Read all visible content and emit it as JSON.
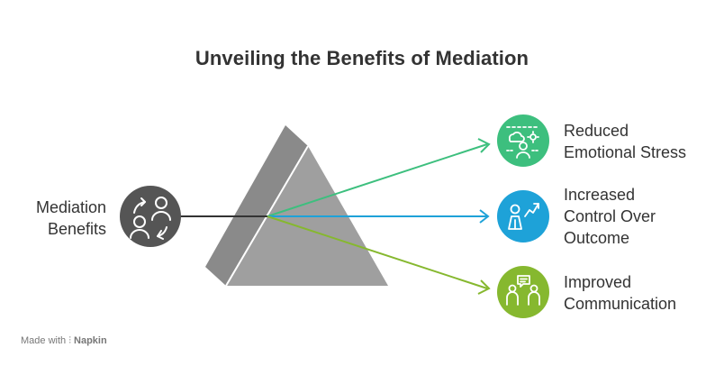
{
  "title": "Unveiling the Benefits of Mediation",
  "source": {
    "label_lines": [
      "Mediation",
      "Benefits"
    ],
    "icon": "people-exchange-icon",
    "color": "#555555"
  },
  "outcomes": [
    {
      "label_lines": [
        "Reduced",
        "Emotional Stress"
      ],
      "icon": "calm-person-weather-icon",
      "color": "#3dbf7e"
    },
    {
      "label_lines": [
        "Increased",
        "Control Over",
        "Outcome"
      ],
      "icon": "person-growth-arrow-icon",
      "color": "#1ea2d8"
    },
    {
      "label_lines": [
        "Improved",
        "Communication"
      ],
      "icon": "people-speech-bubble-icon",
      "color": "#86b82f"
    }
  ],
  "prism_color": "#9a9a9a",
  "footer": {
    "prefix": "Made with",
    "brand": "Napkin"
  }
}
